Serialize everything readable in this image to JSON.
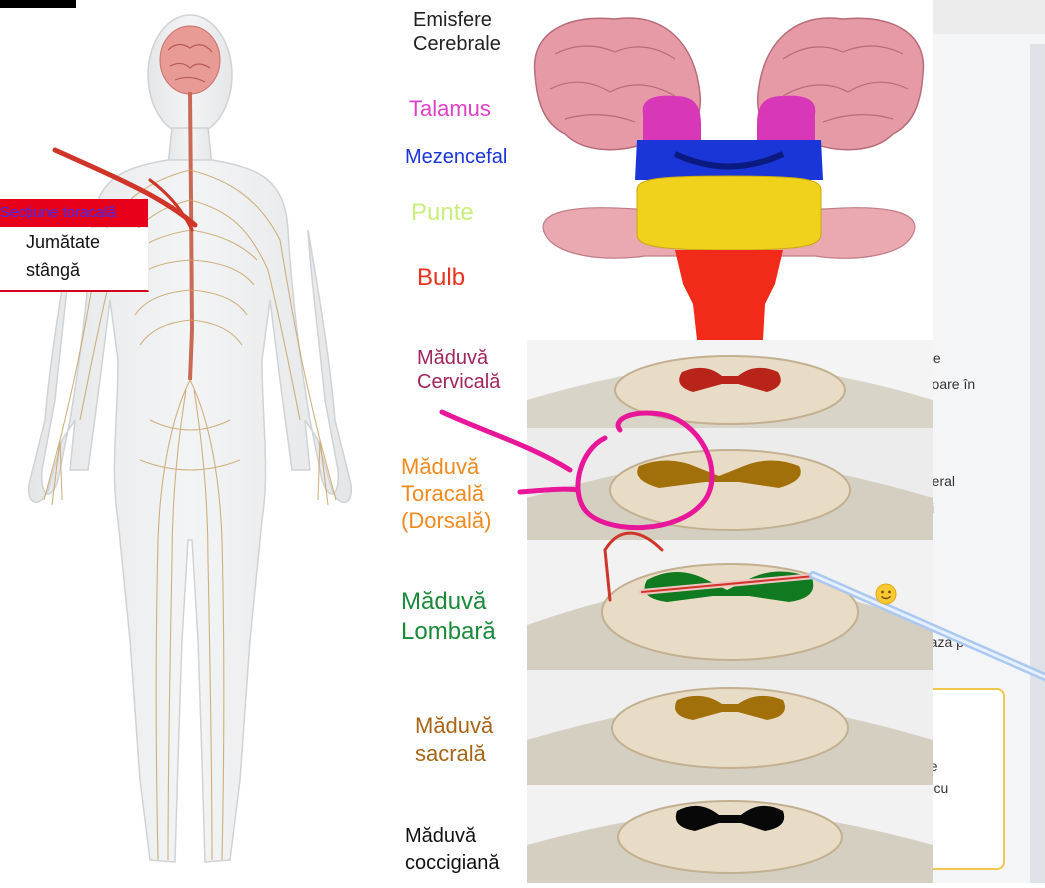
{
  "background_page": {
    "fragments": [
      "ște",
      "erioare în",
      "ateral",
      "și",
      "tează pe",
      "pe",
      "or, cu"
    ]
  },
  "body_figure": {
    "label_section": "Secțiune toracală",
    "label_half_line1": "Jumătate",
    "label_half_line2": "stângă"
  },
  "brain_labels": {
    "hemispheres_line1": "Emisfere",
    "hemispheres_line2": "Cerebrale",
    "thalamus": "Talamus",
    "midbrain": "Mezencefal",
    "pons": "Punte",
    "medulla": "Bulb"
  },
  "cord_labels": {
    "cervical_line1": "Măduvă",
    "cervical_line2": "Cervicală",
    "thoracic_line1": "Măduvă",
    "thoracic_line2": "Toracală",
    "thoracic_line3": "(Dorsală)",
    "lumbar_line1": "Măduvă",
    "lumbar_line2": "Lombară",
    "sacral_line1": "Măduvă",
    "sacral_line2": "sacrală",
    "coccygeal_line1": "Măduvă",
    "coccygeal_line2": "coccigiană"
  },
  "colors": {
    "hemispheres": "#222222",
    "thalamus": "#e040c8",
    "midbrain": "#1a35d8",
    "pons": "#c8f07a",
    "medulla": "#e8321e",
    "cervical": "#a0245e",
    "thoracic": "#f08a1e",
    "lumbar": "#1a8a3a",
    "sacral": "#a86418",
    "coccygeal": "#111111",
    "annotation_magenta": "#e8179a",
    "annotation_red": "#d0352a"
  },
  "icons": [
    "smiley-icon",
    "pointer-stylus-icon"
  ]
}
